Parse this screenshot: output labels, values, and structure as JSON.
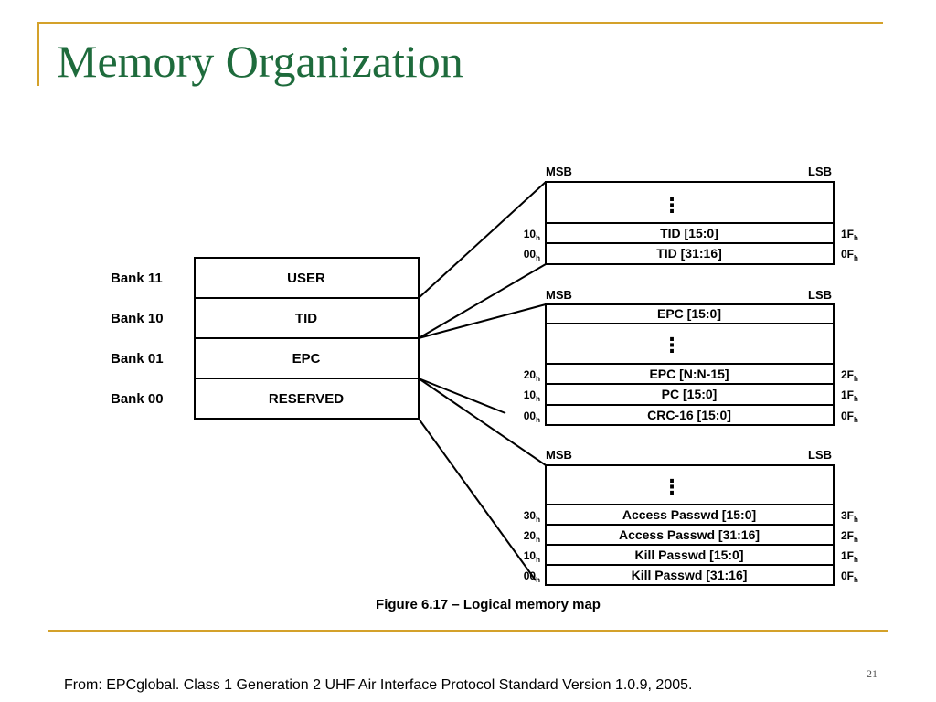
{
  "slide": {
    "title": "Memory Organization",
    "page_number": "21",
    "footer": "From: EPCglobal. Class 1 Generation 2 UHF Air Interface Protocol Standard Version 1.0.9, 2005.",
    "accent_color": "#d4a12a",
    "title_color": "#1e6b3c"
  },
  "diagram": {
    "caption": "Figure 6.17 – Logical memory map",
    "ellipsis": "⋮",
    "subscript": "h",
    "banks": [
      {
        "bank": "Bank 11",
        "name": "USER"
      },
      {
        "bank": "Bank 10",
        "name": "TID"
      },
      {
        "bank": "Bank 01",
        "name": "EPC"
      },
      {
        "bank": "Bank 00",
        "name": "RESERVED"
      }
    ],
    "maps": [
      {
        "id": "tid",
        "msb": "MSB",
        "lsb": "LSB",
        "rows": [
          {
            "label": "TID [15:0]",
            "left": "10",
            "right": "1F"
          },
          {
            "label": "TID [31:16]",
            "left": "00",
            "right": "0F"
          }
        ]
      },
      {
        "id": "epc",
        "msb": "MSB",
        "lsb": "LSB",
        "top_row": "EPC [15:0]",
        "rows": [
          {
            "label": "EPC [N:N-15]",
            "left": "20",
            "right": "2F"
          },
          {
            "label": "PC [15:0]",
            "left": "10",
            "right": "1F"
          },
          {
            "label": "CRC-16 [15:0]",
            "left": "00",
            "right": "0F"
          }
        ]
      },
      {
        "id": "reserved",
        "msb": "MSB",
        "lsb": "LSB",
        "rows": [
          {
            "label": "Access Passwd [15:0]",
            "left": "30",
            "right": "3F"
          },
          {
            "label": "Access Passwd [31:16]",
            "left": "20",
            "right": "2F"
          },
          {
            "label": "Kill Passwd [15:0]",
            "left": "10",
            "right": "1F"
          },
          {
            "label": "Kill Passwd [31:16]",
            "left": "00",
            "right": "0F"
          }
        ]
      }
    ]
  }
}
